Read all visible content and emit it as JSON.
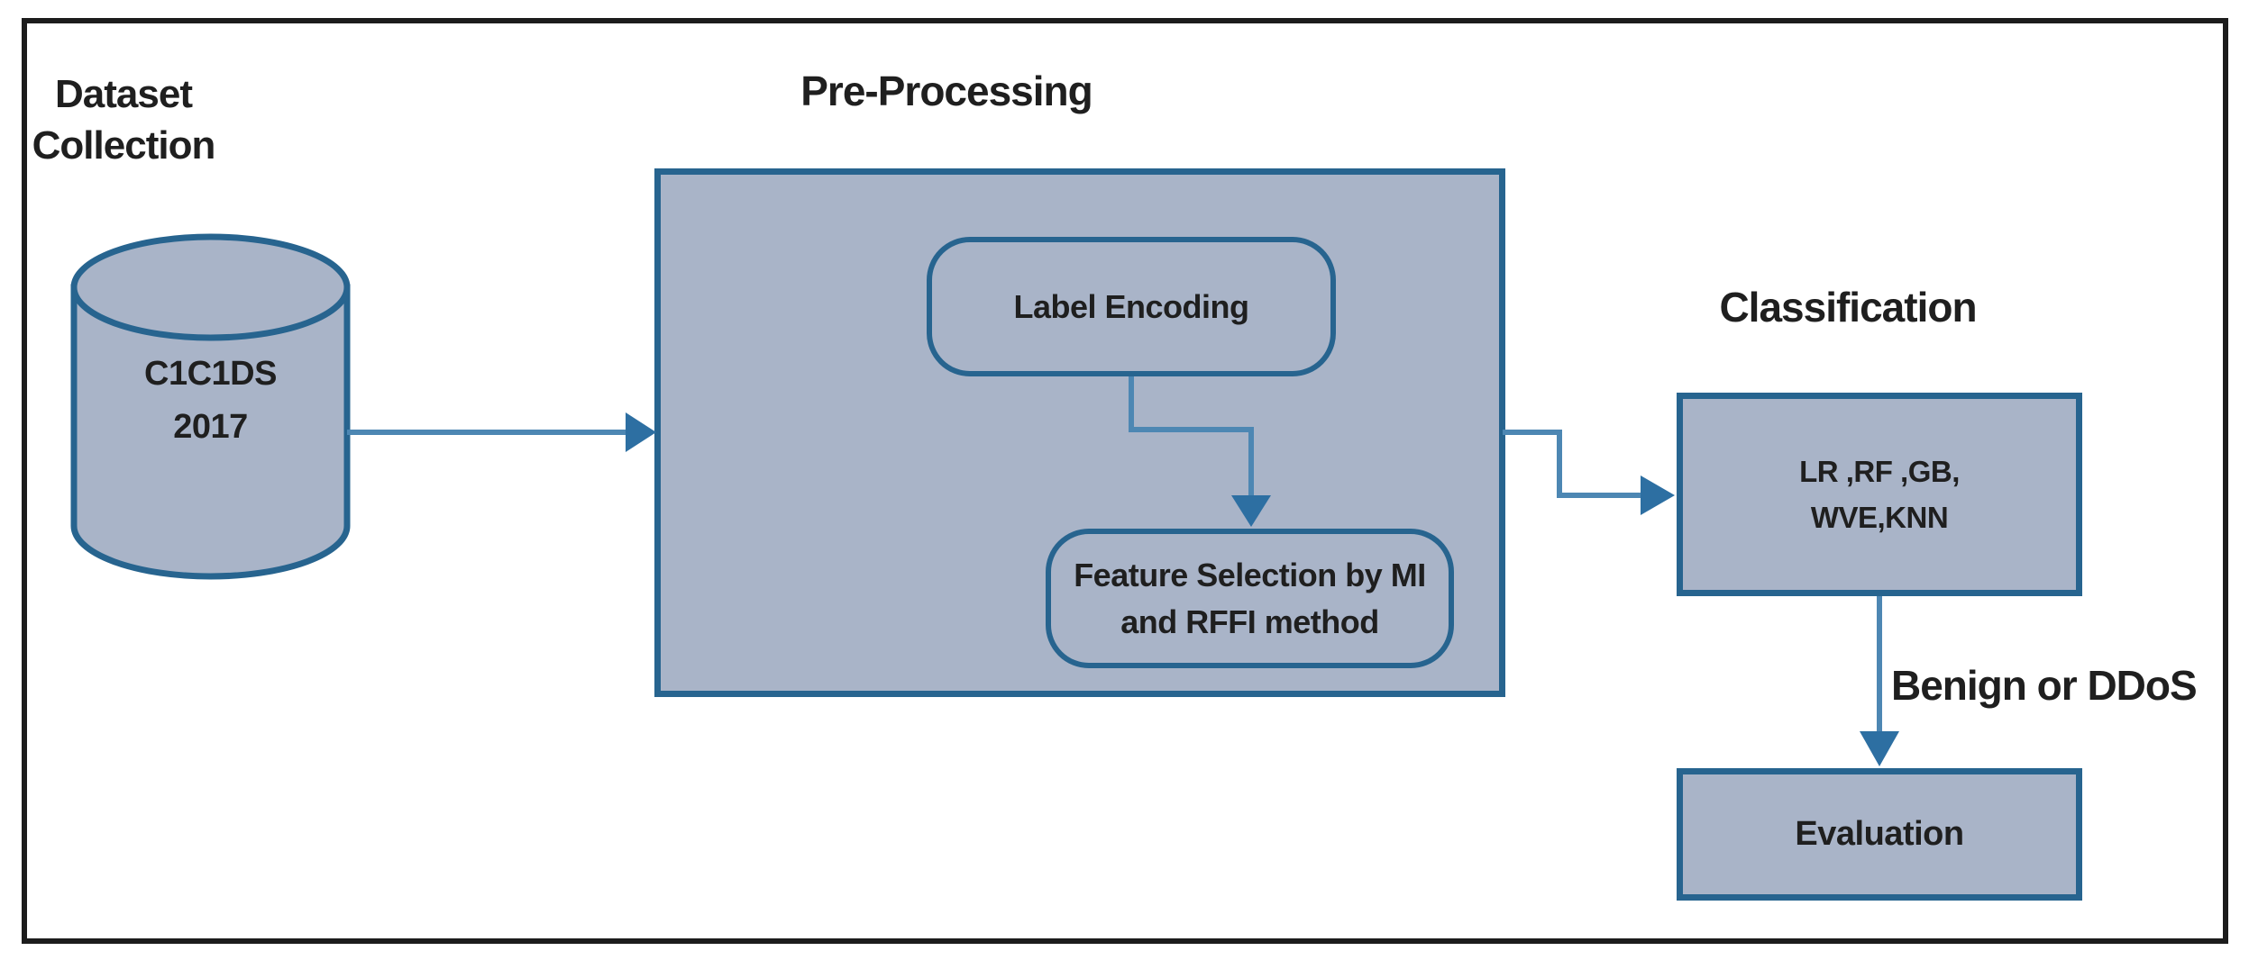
{
  "diagram": {
    "section_titles": {
      "dataset_collection": "Dataset\nCollection",
      "preprocessing": "Pre-Processing",
      "classification": "Classification"
    },
    "nodes": {
      "dataset_cylinder": "C1C1DS\n2017",
      "label_encoding": "Label Encoding",
      "feature_selection": "Feature Selection by MI\nand RFFI method",
      "classifiers": "LR ,RF ,GB,\nWVE,KNN",
      "evaluation": "Evaluation"
    },
    "edge_labels": {
      "classification_output": "Benign or DDoS"
    },
    "colors": {
      "node_fill": "#a9b4c8",
      "node_stroke": "#27648f",
      "connector": "#4d87b3",
      "arrowhead": "#2d6fa2",
      "frame": "#1c1c1c",
      "text": "#1f1f1f",
      "background": "#ffffff"
    }
  }
}
